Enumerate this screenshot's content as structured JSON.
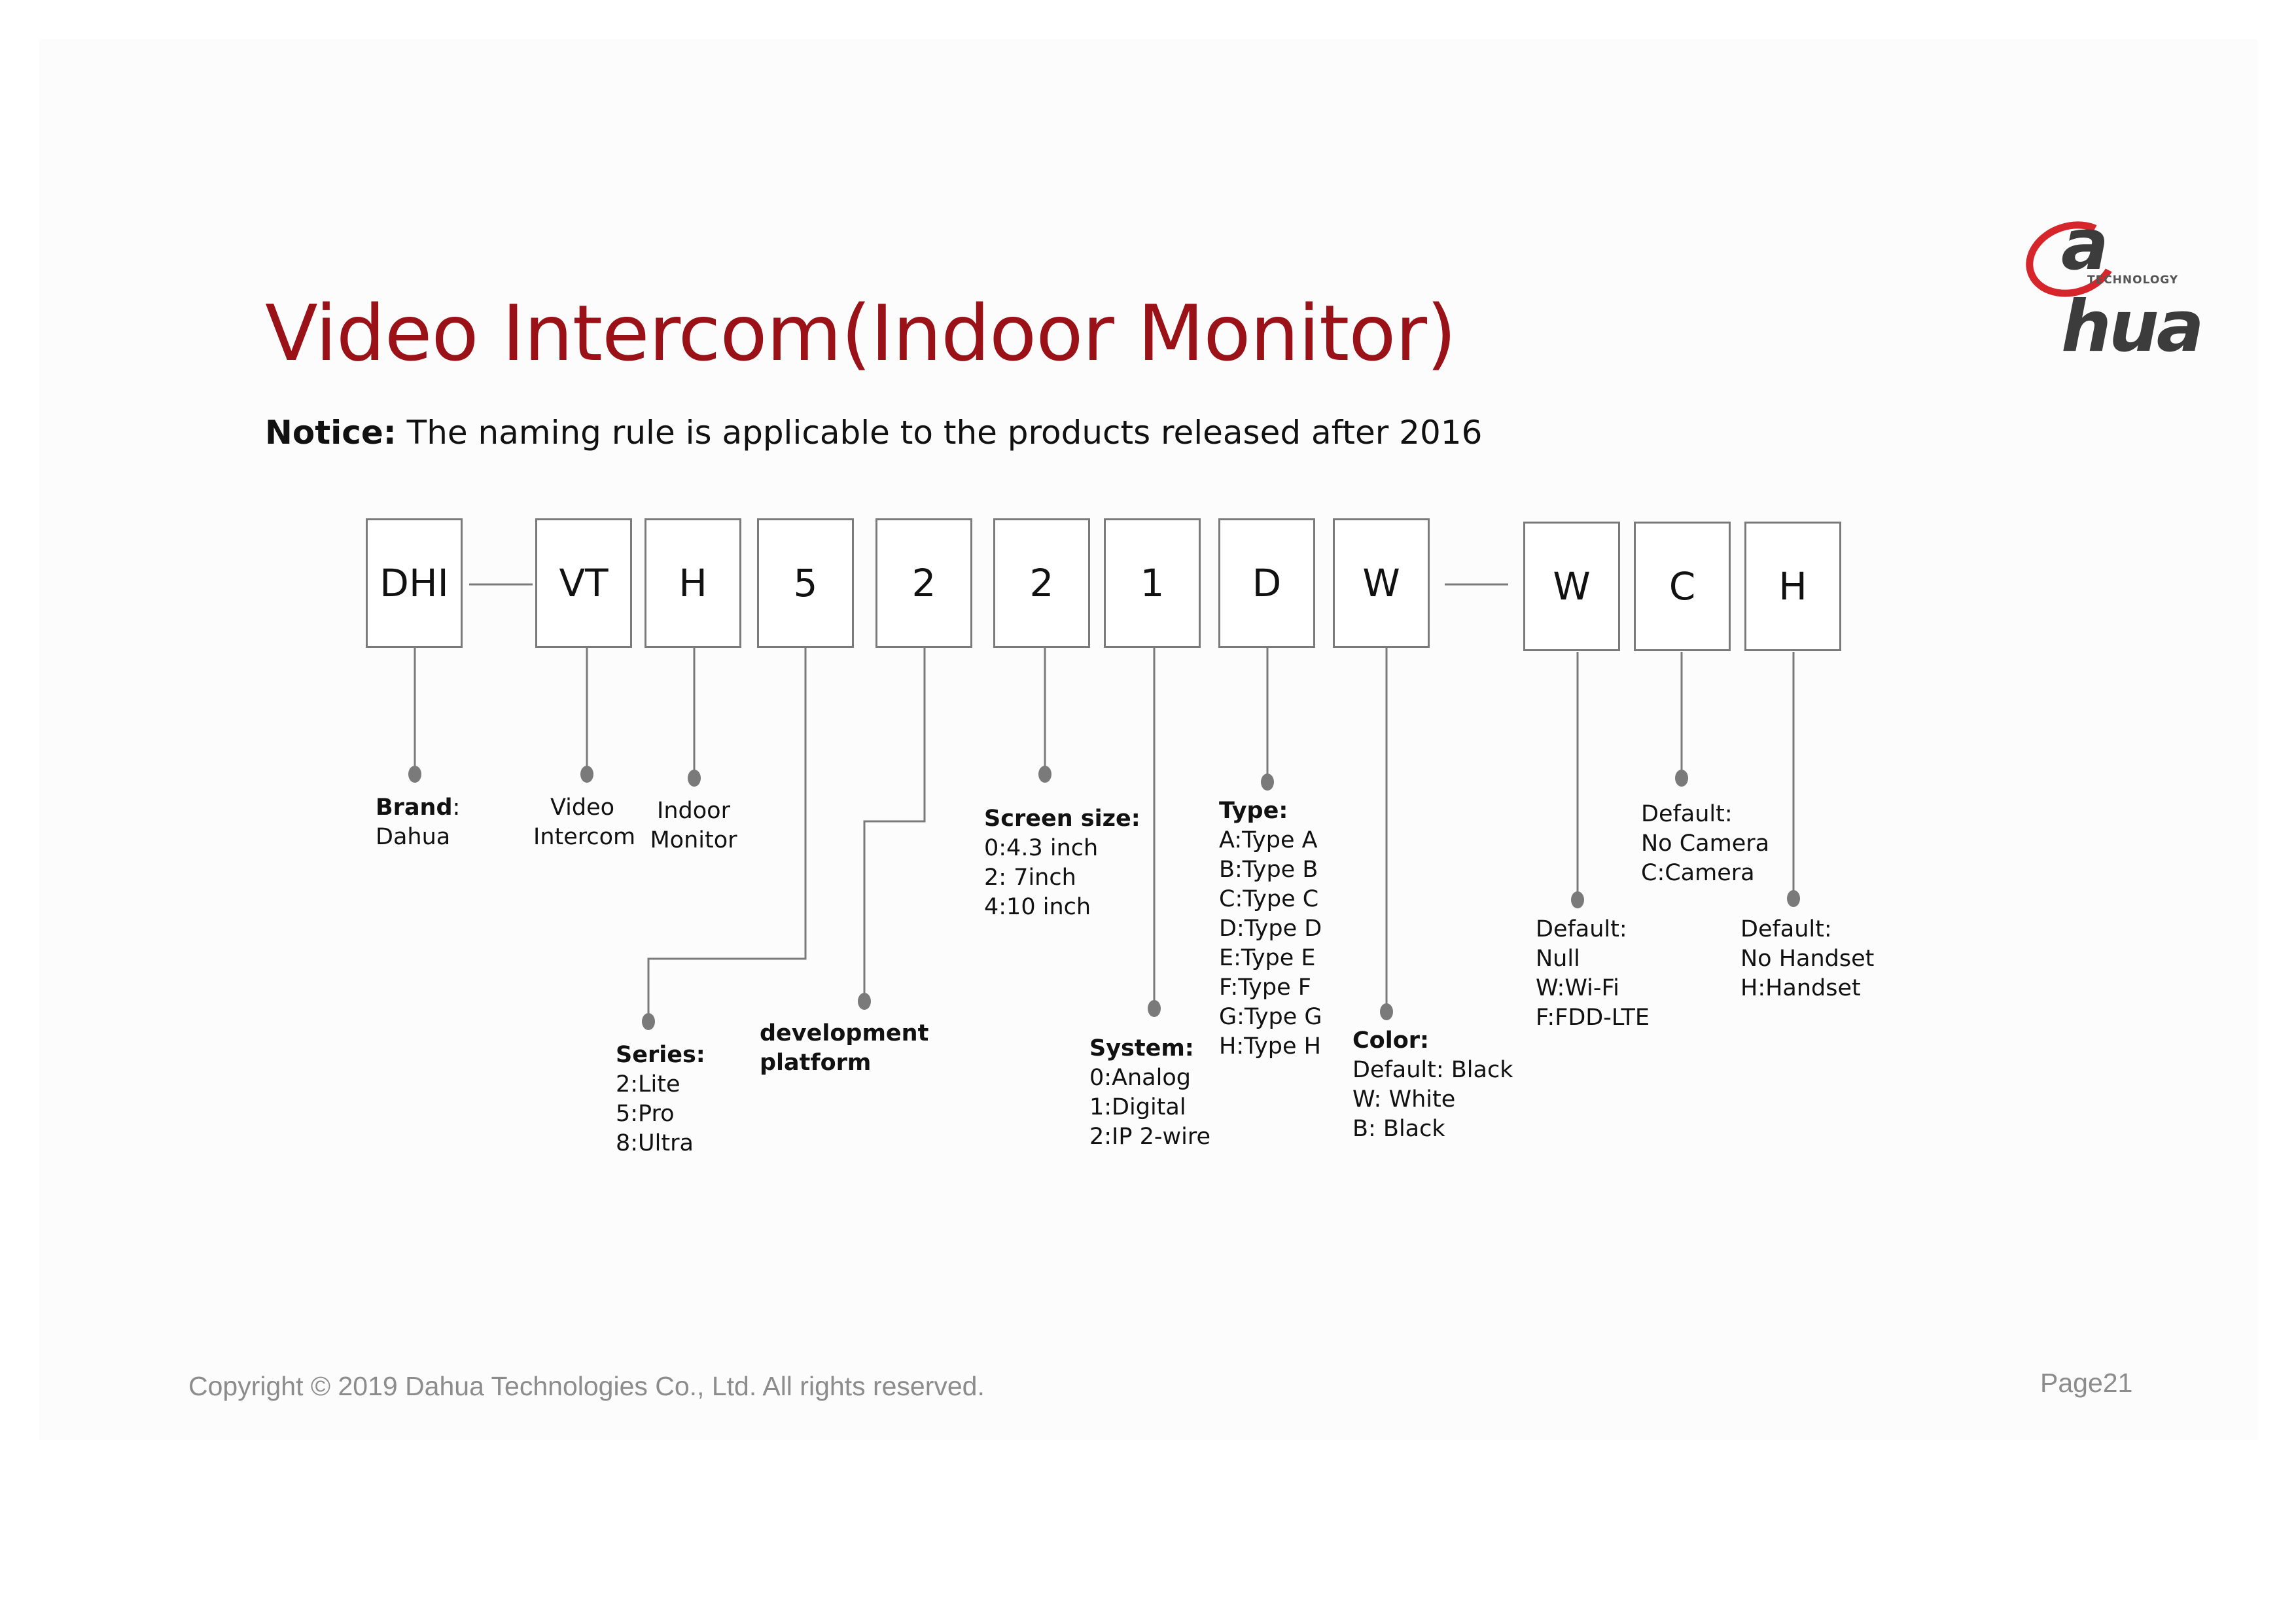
{
  "slide": {
    "title": "Video Intercom(Indoor Monitor)",
    "notice_label": "Notice:",
    "notice_text": " The naming rule is applicable to the products released after 2016",
    "logo": {
      "word": "a hua",
      "sub": "TECHNOLOGY",
      "accent_color": "#d6262c",
      "text_color": "#3c3c3c"
    },
    "title_color": "#9a1217",
    "footer": "Copyright © 2019 Dahua Technologies Co., Ltd. All rights reserved.",
    "page": "Page21"
  },
  "codes": [
    "DHI",
    "VT",
    "H",
    "5",
    "2",
    "2",
    "1",
    "D",
    "W",
    "W",
    "C",
    "H"
  ],
  "labels": {
    "brand": {
      "head": "Brand",
      "colon": ":",
      "lines": [
        "Dahua"
      ]
    },
    "vt": {
      "lines": [
        "Video",
        "Intercom"
      ]
    },
    "h": {
      "lines": [
        "Indoor",
        "Monitor"
      ]
    },
    "series": {
      "head": "Series:",
      "lines": [
        "2:Lite",
        "5:Pro",
        "8:Ultra"
      ]
    },
    "platform": {
      "head_lines": [
        "development",
        "platform"
      ]
    },
    "screen": {
      "head": "Screen size:",
      "lines": [
        "0:4.3 inch",
        "2: 7inch",
        "4:10 inch"
      ]
    },
    "system": {
      "head": "System:",
      "lines": [
        "0:Analog",
        "1:Digital",
        "2:IP 2-wire"
      ]
    },
    "type": {
      "head": "Type:",
      "lines": [
        "A:Type A",
        "B:Type B",
        "C:Type C",
        "D:Type D",
        "E:Type E",
        "F:Type F",
        "G:Type G",
        "H:Type H"
      ]
    },
    "color": {
      "head": "Color:",
      "lines": [
        "Default: Black",
        "W: White",
        "B: Black"
      ]
    },
    "wifi": {
      "lines": [
        "Default:",
        "Null",
        "W:Wi-Fi",
        "F:FDD-LTE"
      ]
    },
    "camera": {
      "lines": [
        "Default:",
        "No Camera",
        "C:Camera"
      ]
    },
    "handset": {
      "lines": [
        "Default:",
        "No Handset",
        "H:Handset"
      ]
    }
  }
}
